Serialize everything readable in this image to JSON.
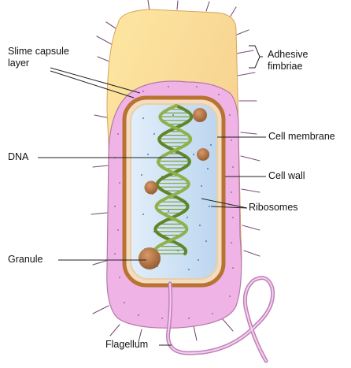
{
  "labels": {
    "slime_capsule_line1": "Slime capsule",
    "slime_capsule_line2": "layer",
    "adhesive_line1": "Adhesive",
    "adhesive_line2": "fimbriae",
    "cell_membrane": "Cell membrane",
    "dna": "DNA",
    "cell_wall": "Cell wall",
    "ribosomes": "Ribosomes",
    "granule": "Granule",
    "flagellum": "Flagellum"
  },
  "colors": {
    "capsule_outer": "#f7d783",
    "capsule_inner": "#efb5e6",
    "cell_wall": "#b87333",
    "membrane_inner": "#f1d9b8",
    "cytoplasm": "#cfe3f5",
    "dna_strand": "#6b8f2e",
    "granule": "#b07040",
    "ribosome_dot": "#3b5a8a",
    "leader": "#222222"
  }
}
